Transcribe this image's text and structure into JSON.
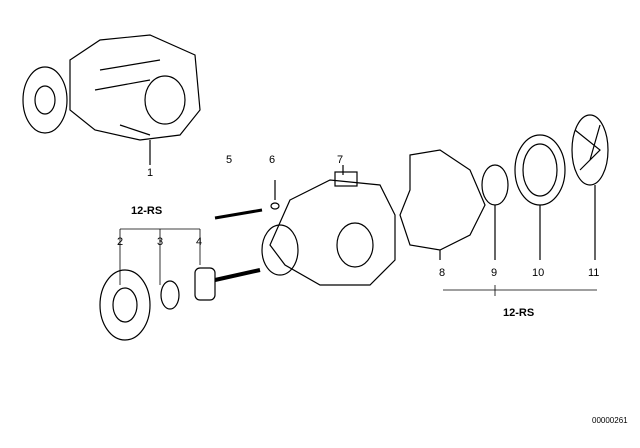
{
  "callouts": {
    "p1": "1",
    "p2": "2",
    "p3": "3",
    "p4": "4",
    "p5": "5",
    "p6": "6",
    "p7": "7",
    "p8": "8",
    "p9": "9",
    "p10": "10",
    "p11": "11"
  },
  "groups": {
    "left": "12-RS",
    "right": "12-RS"
  },
  "diagram_id": "00000261"
}
